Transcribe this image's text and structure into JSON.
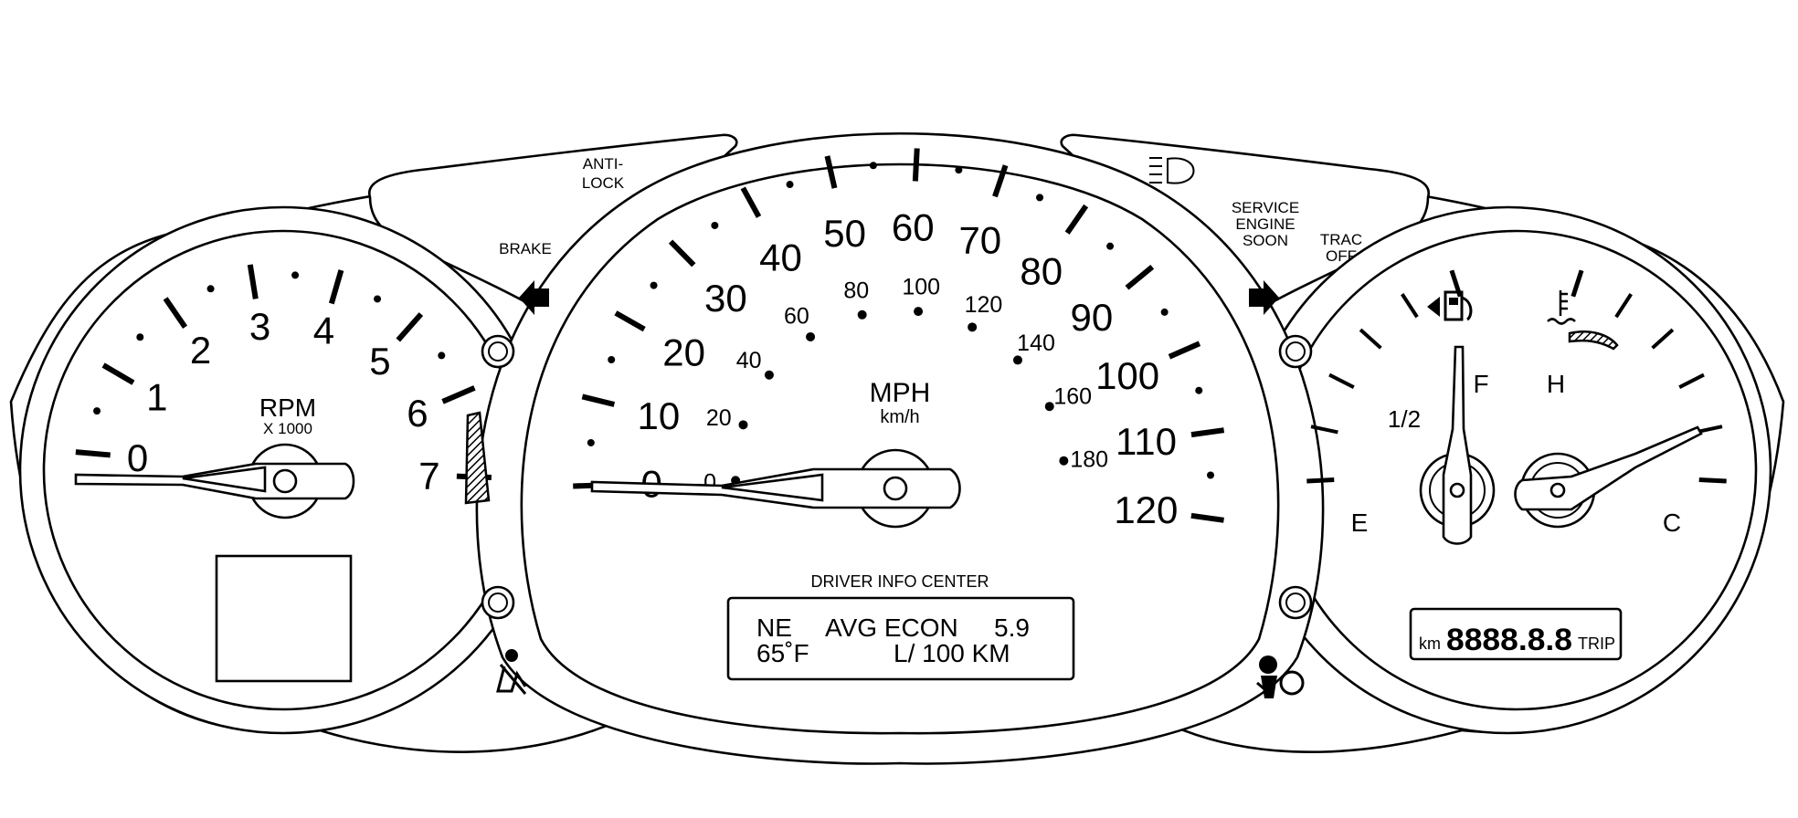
{
  "warning_lights": {
    "antilock_line1": "ANTI-",
    "antilock_line2": "LOCK",
    "brake": "BRAKE",
    "service_line1": "SERVICE",
    "service_line2": "ENGINE",
    "service_line3": "SOON",
    "trac_line1": "TRAC",
    "trac_line2": "OFF",
    "icons": [
      "left-turn-arrow-icon",
      "right-turn-arrow-icon",
      "headlamp-icon",
      "seatbelt-icon",
      "airbag-icon",
      "fuel-pump-icon",
      "coolant-temp-icon"
    ]
  },
  "tachometer": {
    "title": "RPM",
    "subtitle": "X 1000",
    "ticks": [
      "0",
      "1",
      "2",
      "3",
      "4",
      "5",
      "6",
      "7"
    ],
    "needle_value": 0
  },
  "speedometer": {
    "unit_primary": "MPH",
    "unit_secondary": "km/h",
    "mph_ticks": [
      "0",
      "10",
      "20",
      "30",
      "40",
      "50",
      "60",
      "70",
      "80",
      "90",
      "100",
      "110",
      "120"
    ],
    "kmh_ticks": [
      "0",
      "20",
      "40",
      "60",
      "80",
      "100",
      "120",
      "140",
      "160",
      "180"
    ],
    "needle_value": 0
  },
  "driver_info_center": {
    "title": "DRIVER INFO CENTER",
    "heading": "NE",
    "label": "AVG ECON",
    "value": "5.9",
    "temperature": "65˚F",
    "unit": "L/  100 KM"
  },
  "fuel_gauge": {
    "empty_label": "E",
    "half_label": "1/2",
    "full_label": "F",
    "needle_level": 0.75
  },
  "temp_gauge": {
    "hot_label": "H",
    "cold_label": "C"
  },
  "odometer": {
    "unit": "km",
    "digits": "8888.8.8",
    "mode": "TRIP"
  },
  "colors": {
    "line": "#000000",
    "face": "#ffffff"
  }
}
